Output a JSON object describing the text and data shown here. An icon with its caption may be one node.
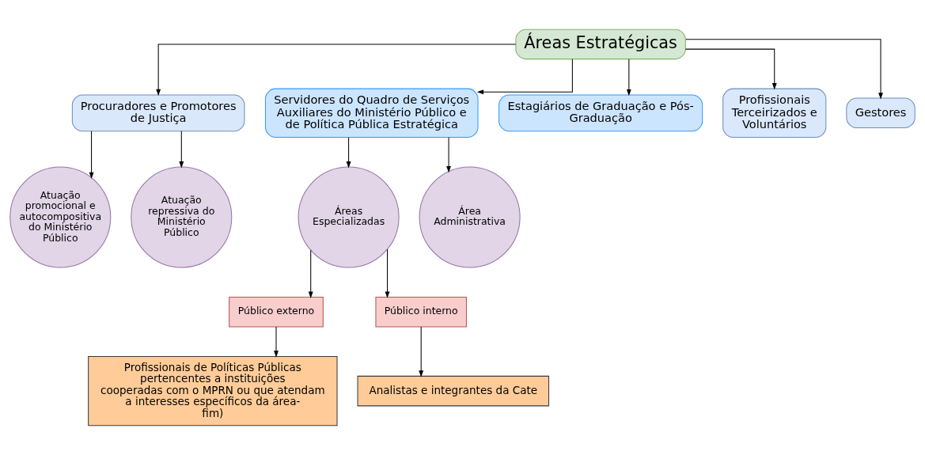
{
  "diagram": {
    "nodes": [
      {
        "text": [
          "Áreas Estratégicas"
        ]
      },
      {
        "text": [
          "Procuradores e Promotores de Justiça"
        ]
      },
      {
        "text": [
          "Servidores do Quadro de Serviços Auxiliares do Ministério Público e de Política Pública Estratégica"
        ]
      },
      {
        "text": [
          "Estagiários de Graduação e Pós-Graduação"
        ]
      },
      {
        "text": [
          "Profissionais Terceirizados e Voluntários"
        ]
      },
      {
        "text": [
          "Gestores"
        ]
      },
      {
        "text": [
          "Atuação promocional e autocompositiva do Ministério Público"
        ]
      },
      {
        "text": [
          "Atuação repressiva do Ministério Público"
        ]
      },
      {
        "text": [
          "Áreas Especializadas"
        ]
      },
      {
        "text": [
          "Área Administrativa"
        ]
      },
      {
        "text": [
          "Público externo"
        ]
      },
      {
        "text": [
          "Público interno"
        ]
      },
      {
        "text": [
          "Profissionais de Políticas Públicas pertencentes a instituições cooperadas com o MPRN ou que atendam a interesses específicos da área-fim)"
        ]
      },
      {
        "text": [
          "Analistas e integrantes da Cate"
        ]
      }
    ],
    "edges": [
      {
        "from": 0,
        "to": 1,
        "arrow": "to"
      },
      {
        "from": 0,
        "to": 2,
        "arrow": "to"
      },
      {
        "from": 0,
        "to": 3,
        "arrow": "to"
      },
      {
        "from": 0,
        "to": 4,
        "arrow": "to"
      },
      {
        "from": 0,
        "to": 5,
        "arrow": "to"
      },
      {
        "from": 1,
        "to": 6,
        "arrow": "to"
      },
      {
        "from": 1,
        "to": 7,
        "arrow": "to"
      },
      {
        "from": 2,
        "to": 8,
        "arrow": "to"
      },
      {
        "from": 2,
        "to": 9,
        "arrow": "to"
      },
      {
        "from": 8,
        "to": 10,
        "arrow": "to"
      },
      {
        "from": 8,
        "to": 11,
        "arrow": "to"
      },
      {
        "from": 10,
        "to": 12,
        "arrow": "to"
      },
      {
        "from": 11,
        "to": 13,
        "arrow": "to"
      }
    ]
  }
}
